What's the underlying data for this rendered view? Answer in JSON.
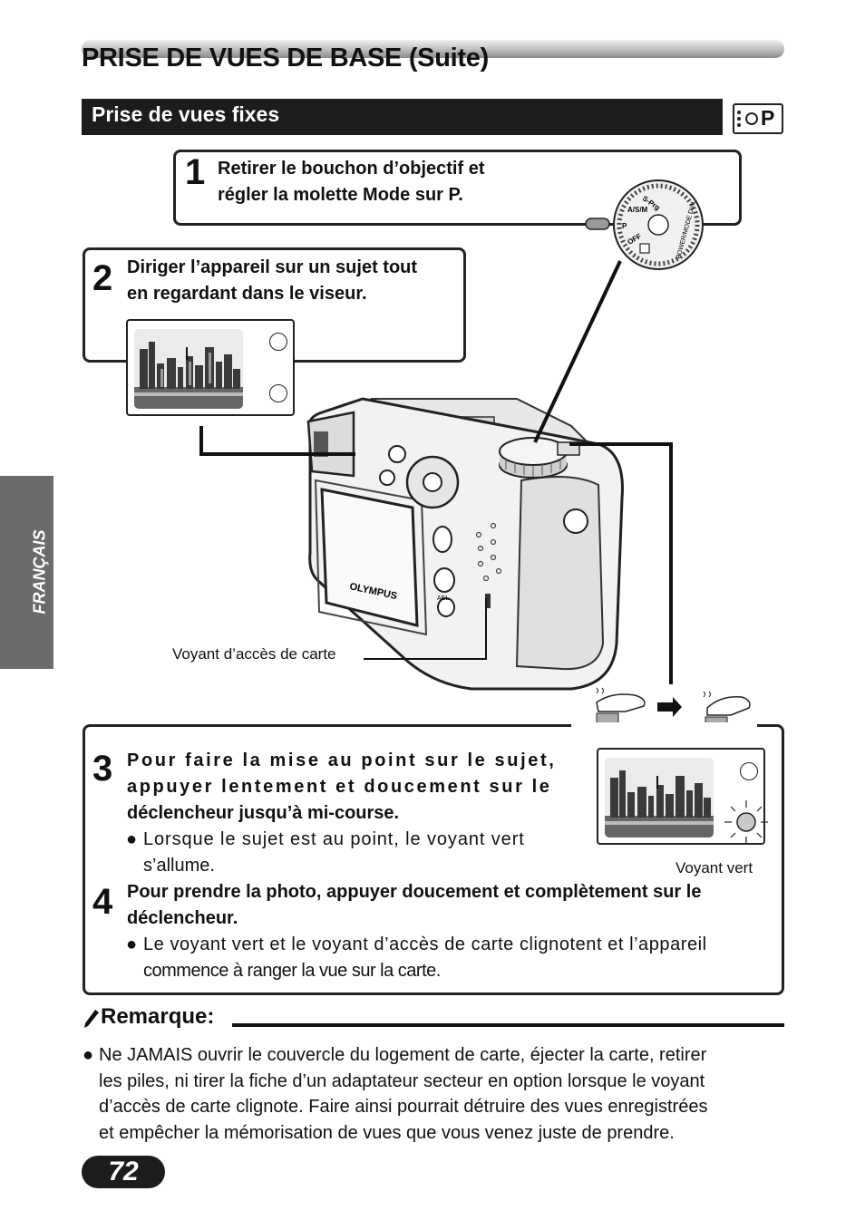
{
  "header": {
    "title": "PRISE DE VUES DE BASE (Suite)"
  },
  "section": {
    "title": "Prise de vues fixes",
    "mode_icon": "P"
  },
  "sidebar": {
    "language": "FRANÇAIS"
  },
  "steps": [
    {
      "number": "1",
      "text_lines": [
        "Retirer le bouchon d’objectif et",
        "régler la molette Mode sur P."
      ]
    },
    {
      "number": "2",
      "text_lines": [
        "Diriger l’appareil sur un sujet tout",
        "en regardant dans le viseur."
      ]
    },
    {
      "number": "3",
      "text_lines": [
        "Pour faire la mise au point sur le sujet,",
        "appuyer lentement et doucement sur le",
        "déclencheur jusqu’à mi-course."
      ],
      "bullet_lines": [
        "Lorsque le sujet est au point, le voyant vert",
        "s’allume."
      ]
    },
    {
      "number": "4",
      "text_lines": [
        "Pour prendre la photo, appuyer doucement et complètement sur le",
        "déclencheur."
      ],
      "bullet_lines": [
        "Le voyant vert et le voyant d’accès de carte clignotent et l’appareil",
        "commence à ranger la vue sur la carte."
      ]
    }
  ],
  "labels": {
    "card_light": "Voyant d’accès de carte",
    "green_light": "Voyant vert"
  },
  "dial": {
    "labels": [
      "A/S/M",
      "S-Prg",
      "P",
      "OFF",
      "POWER/MODE DIAL"
    ]
  },
  "camera": {
    "brand": "OLYMPUS",
    "ae_lock": "AEL"
  },
  "remark": {
    "heading": "Remarque:",
    "lines": [
      "Ne JAMAIS ouvrir le couvercle du logement de carte, éjecter la carte, retirer",
      "les piles, ni tirer la fiche d’un adaptateur secteur en option lorsque le voyant",
      "d’accès de carte clignote. Faire ainsi pourrait détruire des vues enregistrées",
      "et empêcher la mémorisation de vues que vous venez juste de prendre."
    ]
  },
  "page_number": "72"
}
